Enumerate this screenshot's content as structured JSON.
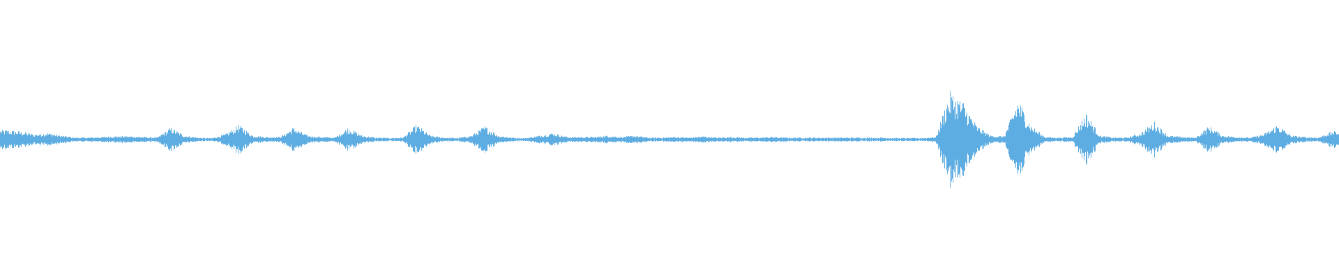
{
  "chart_data": {
    "type": "area",
    "title": "",
    "xlabel": "",
    "ylabel": "",
    "grid": false,
    "axes_visible": false,
    "legend": "none",
    "ylim": [
      -1,
      1
    ],
    "color": "#5dade2",
    "background": "#ffffff",
    "envelope": [
      0.07,
      0.06,
      0.04,
      0.05,
      0.03,
      0.015,
      0.015,
      0.02,
      0.025,
      0.025,
      0.02,
      0.015,
      0.09,
      0.03,
      0.015,
      0.01,
      0.04,
      0.11,
      0.03,
      0.02,
      0.02,
      0.09,
      0.03,
      0.02,
      0.015,
      0.09,
      0.03,
      0.015,
      0.012,
      0.015,
      0.11,
      0.03,
      0.015,
      0.012,
      0.03,
      0.1,
      0.03,
      0.015,
      0.012,
      0.03,
      0.05,
      0.02,
      0.02,
      0.02,
      0.03,
      0.02,
      0.03,
      0.015,
      0.015,
      0.02,
      0.015,
      0.025,
      0.015,
      0.02,
      0.015,
      0.015,
      0.02,
      0.015,
      0.015,
      0.015,
      0.015,
      0.015,
      0.015,
      0.015,
      0.015,
      0.012,
      0.012,
      0.012,
      0.02,
      0.35,
      0.28,
      0.1,
      0.03,
      0.025,
      0.3,
      0.1,
      0.02,
      0.015,
      0.02,
      0.2,
      0.03,
      0.015,
      0.015,
      0.05,
      0.13,
      0.03,
      0.02,
      0.015,
      0.1,
      0.03,
      0.02,
      0.015,
      0.04,
      0.11,
      0.03,
      0.02,
      0.015,
      0.06
    ]
  }
}
